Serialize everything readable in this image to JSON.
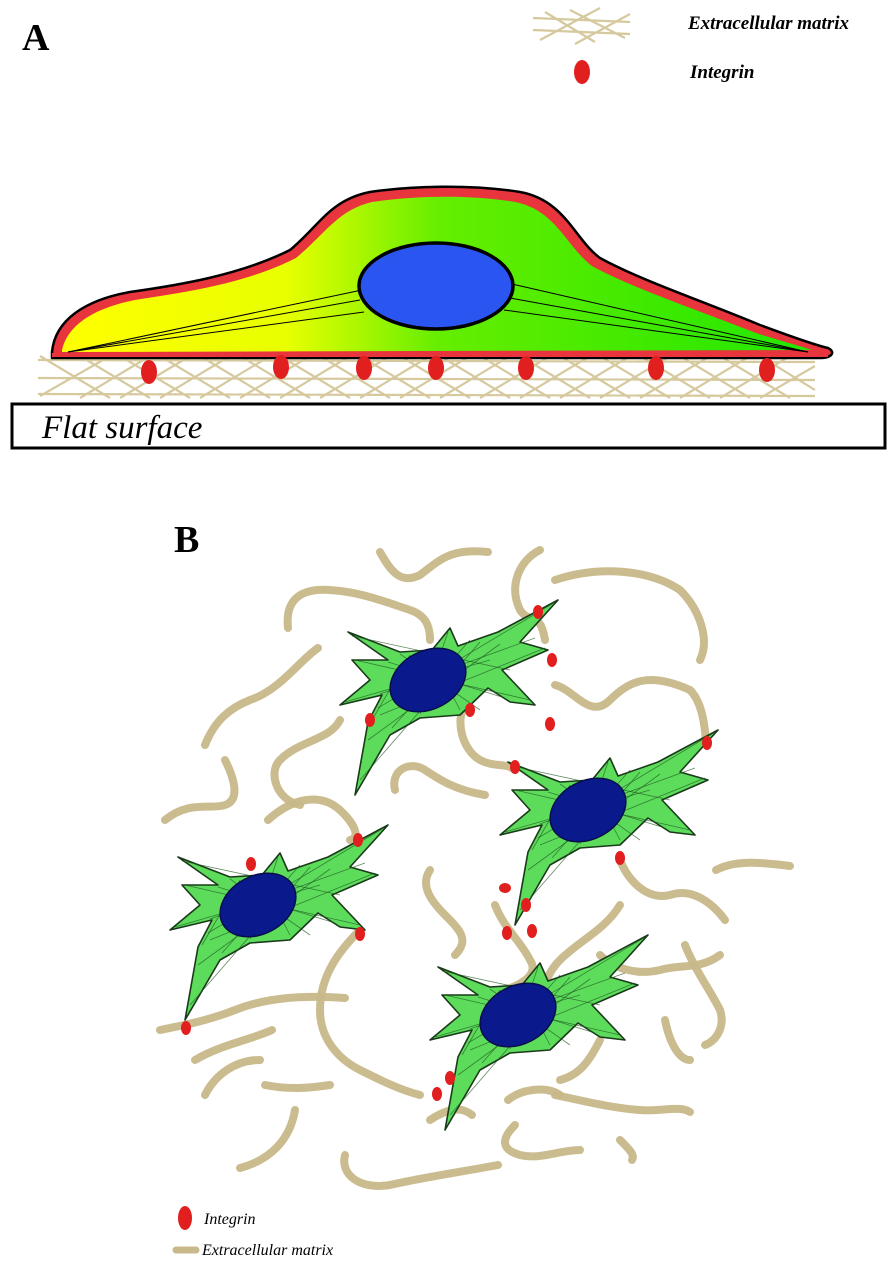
{
  "panel_a": {
    "letter": "A",
    "legend": {
      "matrix_label": "Extracellular matrix",
      "integrin_label": "Integrin"
    },
    "surface_label": "Flat surface"
  },
  "panel_b": {
    "letter": "B",
    "legend": {
      "integrin_label": "Integrin",
      "matrix_label": "Extracellular matrix"
    }
  },
  "colors": {
    "integrin": "#e21f1f",
    "matrix": "#c8b88a",
    "cell_gradient": [
      "#ffff00",
      "#33e600"
    ],
    "cell_membrane": "#e8343c",
    "nucleus_a": "#2a55f0",
    "cell_b": "#5ddc5c",
    "nucleus_b": "#0a1a8c"
  }
}
